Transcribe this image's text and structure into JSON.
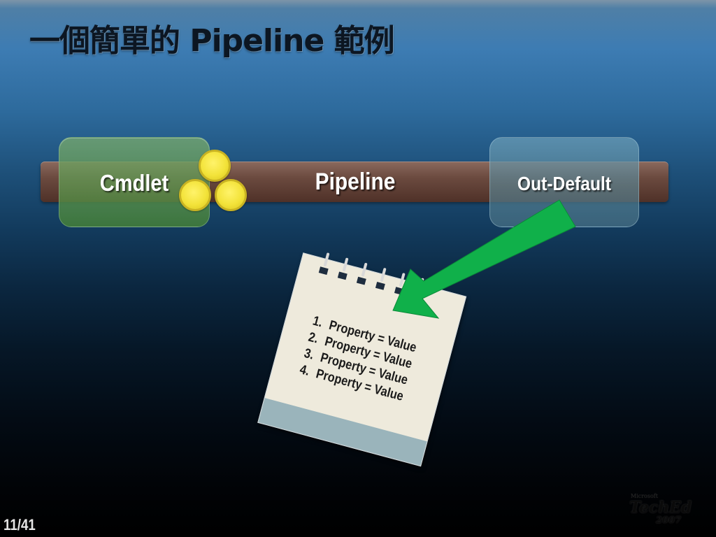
{
  "slide": {
    "title": "一個簡單的 Pipeline 範例",
    "page_counter": "11/41"
  },
  "diagram": {
    "pipeline_label": "Pipeline",
    "cmdlet_label": "Cmdlet",
    "out_default_label": "Out-Default",
    "object_dots": 3
  },
  "notepad": {
    "items": [
      {
        "num": "1.",
        "text": "Property = Value"
      },
      {
        "num": "2.",
        "text": "Property = Value"
      },
      {
        "num": "3.",
        "text": "Property = Value"
      },
      {
        "num": "4.",
        "text": "Property = Value"
      }
    ]
  },
  "logo": {
    "brand": "Microsoft",
    "name": "TechEd",
    "year": "2007"
  },
  "colors": {
    "pipe": "#6b4a3f",
    "cmdlet_box": "#5f9650",
    "out_default_box": "#5a8796",
    "dots": "#f3e33a",
    "arrow": "#10b04a",
    "notepad_paper": "#eeeadc",
    "notepad_footer": "#9ab4bb"
  }
}
